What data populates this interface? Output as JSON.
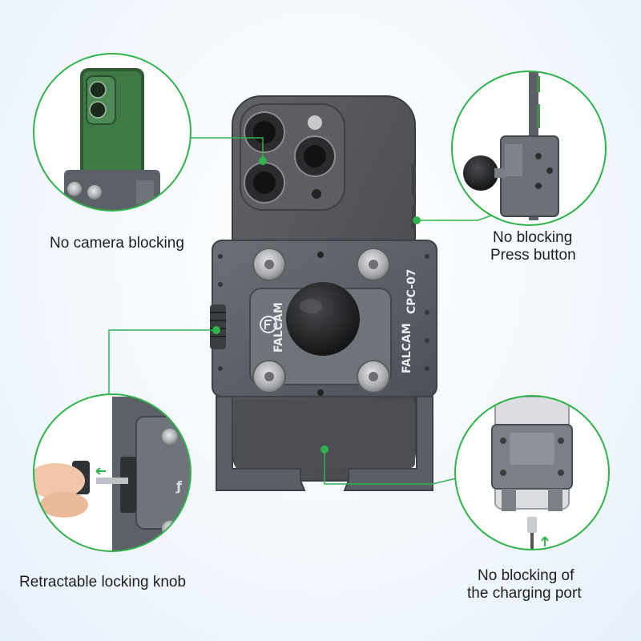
{
  "captions": {
    "camera": "No camera blocking",
    "press_line1": "No blocking",
    "press_line2": "Press button",
    "knob": "Retractable locking knob",
    "port_line1": "No blocking of",
    "port_line2": "the charging port"
  },
  "product": {
    "brand": "FALCAM",
    "model": "CPC-07"
  },
  "colors": {
    "accent": "#2fb34a",
    "clamp": "#5c6168",
    "phone": "#54555a"
  }
}
